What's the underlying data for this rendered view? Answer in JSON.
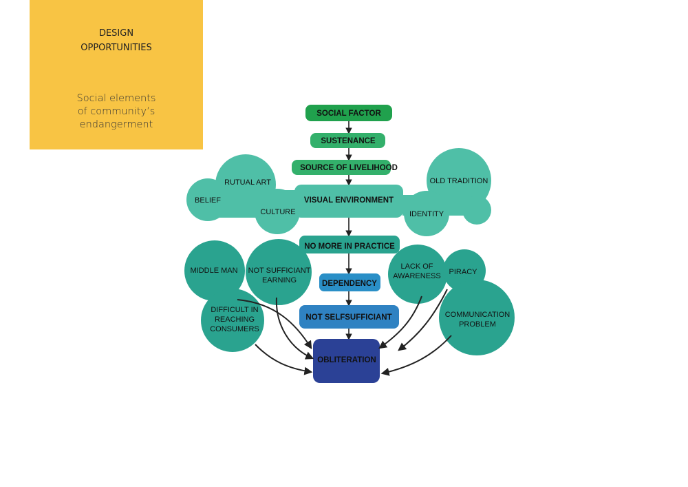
{
  "card": {
    "title_line1": "DESIGN",
    "title_line2": "OPPORTUNITIES",
    "subtitle_line1": "Social elements",
    "subtitle_line2": "of community’s",
    "subtitle_line3": "endangerment"
  },
  "colors": {
    "card": "#f8c444",
    "dark_green": "#20a14d",
    "mid_green": "#33b06b",
    "teal_light": "#4fbfa7",
    "teal_dark": "#2aa38f",
    "blue_mid": "#2a8fc7",
    "blue": "#2f82c2",
    "navy": "#2b4196"
  },
  "flow": {
    "social_factor": "SOCIAL FACTOR",
    "sustenance": "SUSTENANCE",
    "source_of_livelihood": "SOURCE OF LIVELIHOOD",
    "visual_environment": "VISUAL ENVIRONMENT",
    "no_more_in_practice": "NO MORE IN PRACTICE",
    "dependency": "DEPENDENCY",
    "not_selfsufficiant": "NOT SELFSUFFICIANT",
    "obliteration": "OBLITERATION"
  },
  "bubbles": {
    "rutual_art": "RUTUAL ART",
    "belief": "BELIEF",
    "culture": "CULTURE",
    "old_tradition": "OLD TRADITION",
    "identity": "IDENTITY",
    "middle_man": "MIDDLE MAN",
    "not_sufficiant_earning_1": "NOT SUFFICIANT",
    "not_sufficiant_earning_2": "EARNING",
    "lack_of_awareness_1": "LACK OF",
    "lack_of_awareness_2": "AWARENESS",
    "piracy": "PIRACY",
    "difficult_1": "DIFFICULT IN",
    "difficult_2": "REACHING",
    "difficult_3": "CONSUMERS",
    "communication_1": "COMMUNICATION",
    "communication_2": "PROBLEM"
  }
}
